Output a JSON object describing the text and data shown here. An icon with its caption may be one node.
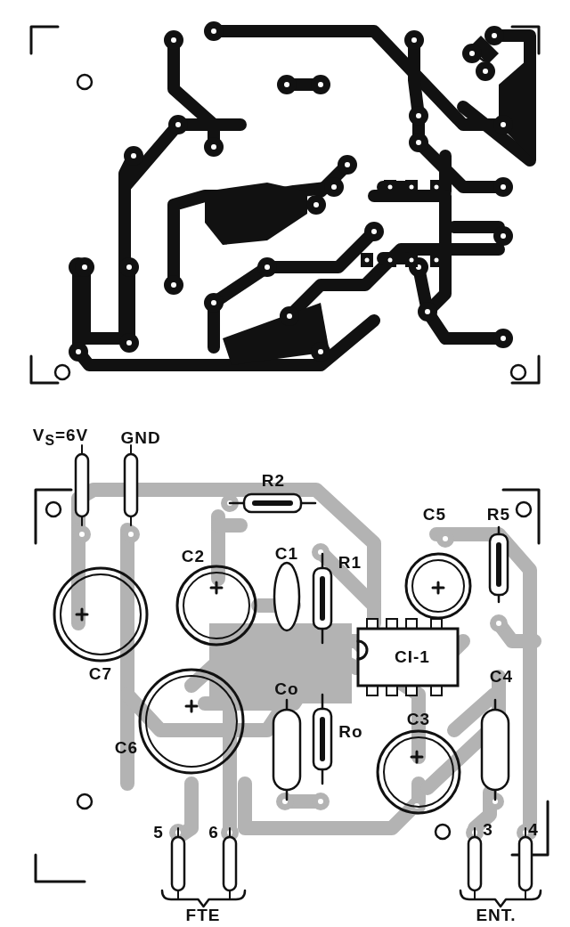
{
  "diagram": {
    "labels": [
      "V$_{S}$=6V",
      "GND",
      "R2",
      "C5",
      "R5",
      "C2",
      "C1",
      "R1",
      "CI-1",
      "C7",
      "C4",
      "Co",
      "Ro",
      "C3",
      "C6",
      "5",
      "6",
      "3",
      "4",
      "FTE",
      "ENT."
    ]
  }
}
